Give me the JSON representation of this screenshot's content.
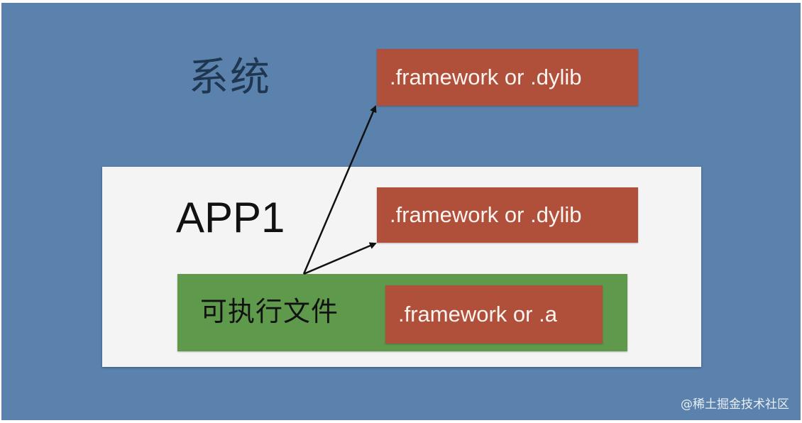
{
  "system": {
    "label": "系统",
    "library": ".framework or .dylib"
  },
  "app": {
    "label": "APP1",
    "library": ".framework or .dylib",
    "executable": {
      "label": "可执行文件",
      "library": ".framework or .a"
    }
  },
  "watermark": "@稀土掘金技术社区",
  "colors": {
    "background": "#5a82ad",
    "app_box": "#f4f4f4",
    "library_box": "#b0503a",
    "executable_box": "#5f9a4c",
    "arrow": "#111111"
  }
}
